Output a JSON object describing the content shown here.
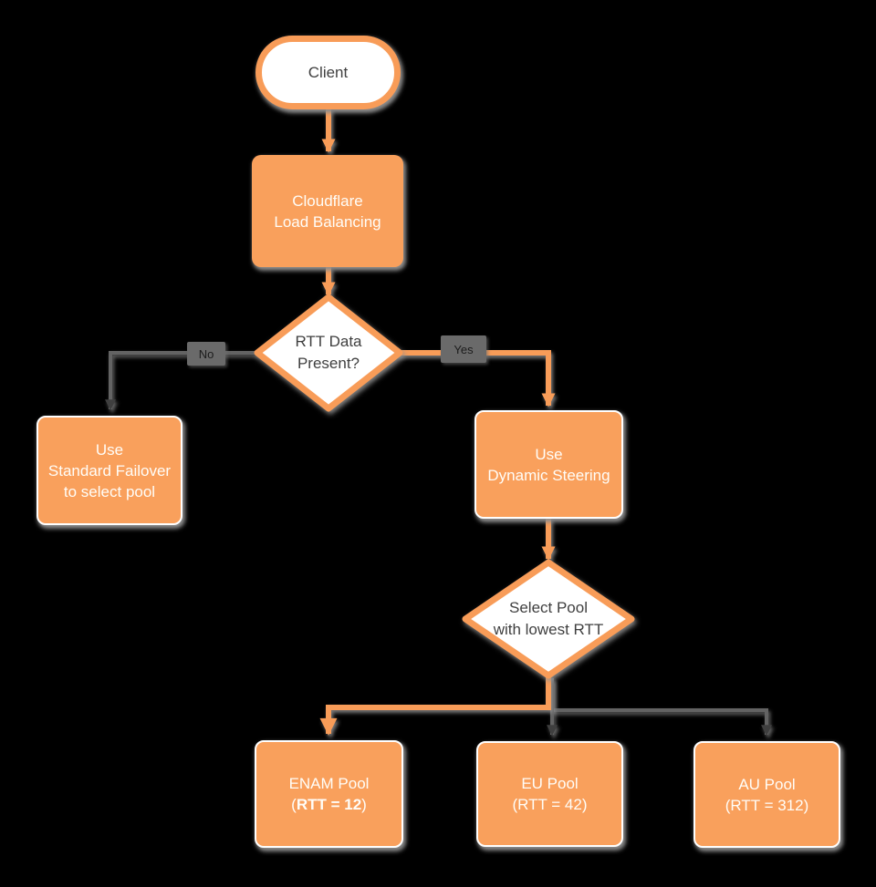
{
  "diagram": {
    "description": "Cloudflare Load Balancing flowchart",
    "background": "#000000",
    "colors": {
      "node_fill_orange": "#F9A05C",
      "outline_orange": "#F89C58",
      "decision_fill": "#FFFFFF",
      "node_text_light": "#FFFDF8",
      "decision_text": "#3F3F3F",
      "edge_gray": "#636363",
      "arrow_dark": "#3F3F3F",
      "edge_label_bg": "#6A6A6A",
      "edge_label_text": "#1C1C1C",
      "shadow": "#8D8D8D"
    },
    "nodes": {
      "client": {
        "label": "Client"
      },
      "load_balancer": {
        "line1": "Cloudflare",
        "line2": "Load Balancing"
      },
      "rtt_decision": {
        "line1": "RTT Data",
        "line2": "Present?"
      },
      "standard_failover": {
        "line1": "Use",
        "line2": "Standard Failover",
        "line3": "to select pool"
      },
      "dynamic_steering": {
        "line1": "Use",
        "line2": "Dynamic Steering"
      },
      "select_pool_decision": {
        "line1": "Select Pool",
        "line2": "with lowest RTT"
      },
      "enam_pool": {
        "line1": "ENAM Pool",
        "paren_open": "(",
        "rtt_bold": "RTT = 12",
        "paren_close": ")"
      },
      "eu_pool": {
        "line1": "EU Pool",
        "line2": "(RTT = 42)"
      },
      "au_pool": {
        "line1": "AU Pool",
        "line2": "(RTT = 312)"
      }
    },
    "edge_labels": {
      "no": "No",
      "yes": "Yes"
    }
  }
}
